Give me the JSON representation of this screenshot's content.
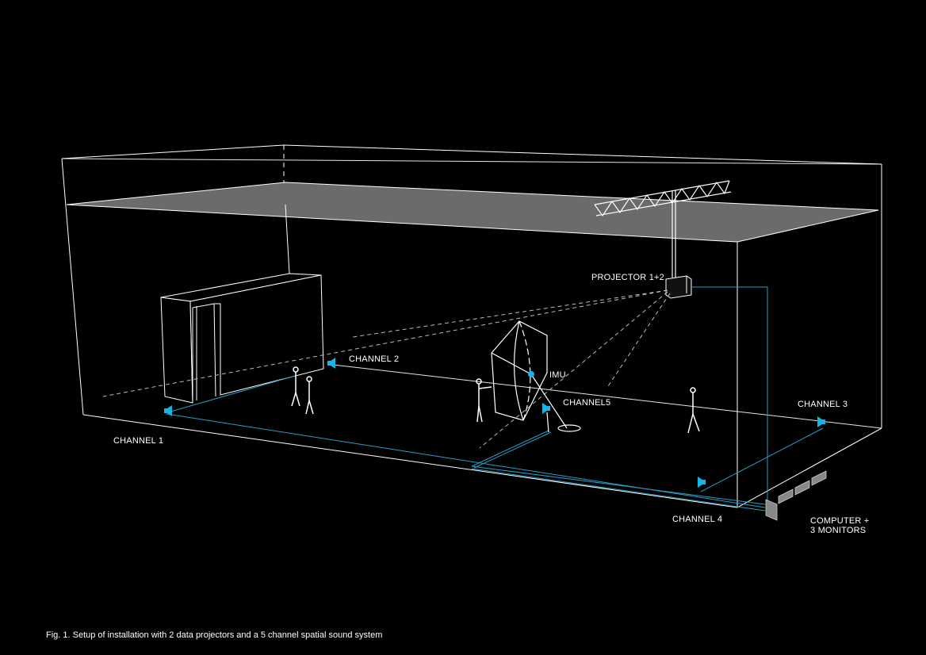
{
  "labels": {
    "channel1": "CHANNEL 1",
    "channel2": "CHANNEL 2",
    "channel3": "CHANNEL 3",
    "channel4": "CHANNEL 4",
    "channel5": "CHANNEL5",
    "imu": "IMU",
    "projector": "PROJECTOR 1+2",
    "computer_line1": "COMPUTER +",
    "computer_line2": "3 MONITORS"
  },
  "caption": "Fig. 1. Setup of installation with 2 data projectors and a 5 channel spatial sound system",
  "colors": {
    "background": "#000000",
    "line": "#ffffff",
    "ceiling": "#6b6b6b",
    "accent": "#19b3e8",
    "cable": "#2a9cc8"
  }
}
